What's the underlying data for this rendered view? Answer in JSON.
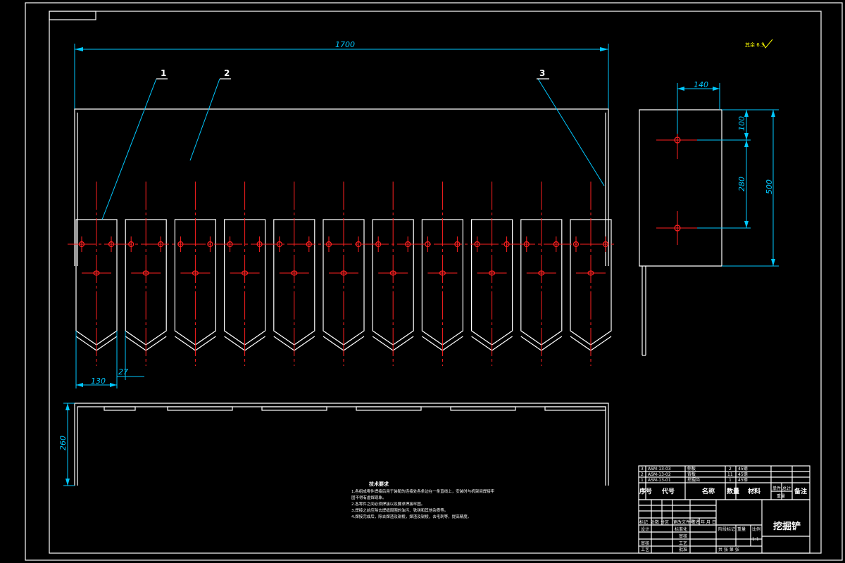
{
  "drawing": {
    "dimensions": {
      "overall_width": "1700",
      "tooth_width": "130",
      "tooth_gap": "27",
      "side_height": "260",
      "side_width": "140",
      "hole_top_offset": "100",
      "hole_spacing": "280",
      "side_total_height": "500"
    },
    "callouts": [
      "1",
      "2",
      "3"
    ],
    "roughness": "其余 6.3",
    "tooth_count": 11
  },
  "notes": {
    "title": "技术要求",
    "lines": [
      "1.各组成零件焊接后用于装配的连接处各条边在一条直线上，安装时与机架间焊接牢",
      "固不得有虚焊现象。",
      "2.各零件之间必须焊接以及要求焊接牢固。",
      "3.焊接之前应除去焊缝周围的油污、铁锈和其他杂质等。",
      "4.焊接完成后，除去焊渣及锐棱，焊渣及锐棱，去毛刺等，提高精度。"
    ]
  },
  "bom": {
    "rows": [
      {
        "no": "3",
        "code": "ASM-13-03",
        "name": "侧板",
        "qty": "2",
        "mat": "45钢"
      },
      {
        "no": "2",
        "code": "ASM-13-02",
        "name": "背板",
        "qty": "11",
        "mat": "45钢"
      },
      {
        "no": "1",
        "code": "ASM-13-01",
        "name": "挖掘齿",
        "qty": "1",
        "mat": "45钢"
      }
    ],
    "header": {
      "no": "序号",
      "code": "代号",
      "name": "名称",
      "qty": "数量",
      "mat": "材料",
      "single": "单件",
      "total": "总计",
      "weight": "重量",
      "remark": "备注"
    }
  },
  "title_block": {
    "part_name": "挖掘铲",
    "mark": "标记",
    "count": "处数",
    "zone": "分区",
    "change_doc": "更改文件号",
    "sign": "签名",
    "date": "年 月 日",
    "design": "设计",
    "standardize": "标准化",
    "review": "审核",
    "process": "工艺",
    "approve": "批准",
    "stage_mark": "阶段标记",
    "weight": "重量",
    "scale": "比例",
    "scale_val": "1:1",
    "sheets": "共  张  第  张"
  }
}
